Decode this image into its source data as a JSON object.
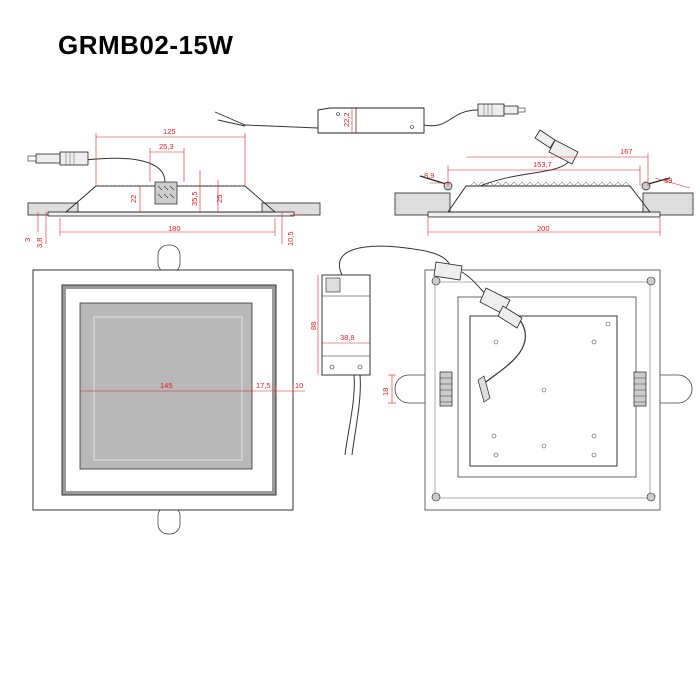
{
  "title": "GRMB02-15W",
  "dimensions": {
    "side_top_width": "125",
    "side_cable_offset": "25,3",
    "side_h22": "22",
    "side_h35_5": "35,5",
    "side_h25": "25",
    "side_bottom_width": "180",
    "side_h3": "3",
    "side_h3_8": "3,8",
    "side_h10_5": "10,5",
    "driver_height_top": "22,2",
    "install_hole": "153,7",
    "install_167": "167",
    "install_8_9": "8,9",
    "install_39": "39",
    "install_width": "200",
    "front_inner": "145",
    "front_border": "17,5",
    "front_edge": "10",
    "driver_length": "88",
    "driver_width": "38,8",
    "spring_18": "18"
  },
  "colors": {
    "dimension": "#d8232a",
    "outline": "#222222",
    "panel_inner": "#b8b8b8",
    "panel_frame": "#9a9a9a"
  }
}
